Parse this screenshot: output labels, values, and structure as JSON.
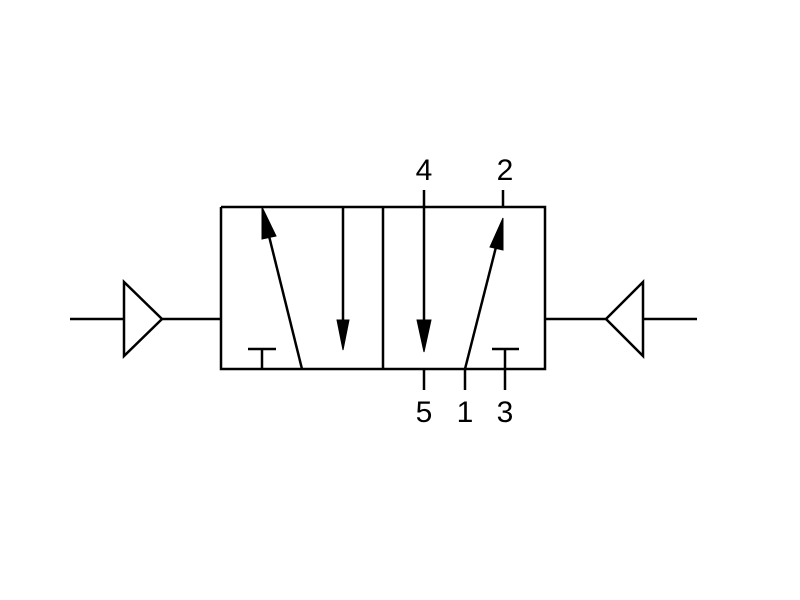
{
  "ports": {
    "port_4": "4",
    "port_2": "2",
    "port_5": "5",
    "port_1": "1",
    "port_3": "3"
  },
  "symbol": {
    "type": "5/2 directional control valve, pilot operated both sides",
    "left_actuator_icon": "pilot-triangle-icon",
    "right_actuator_icon": "pilot-triangle-icon",
    "blocked_port_icon": "tee-blocked-port-icon",
    "line_color": "#000000"
  }
}
